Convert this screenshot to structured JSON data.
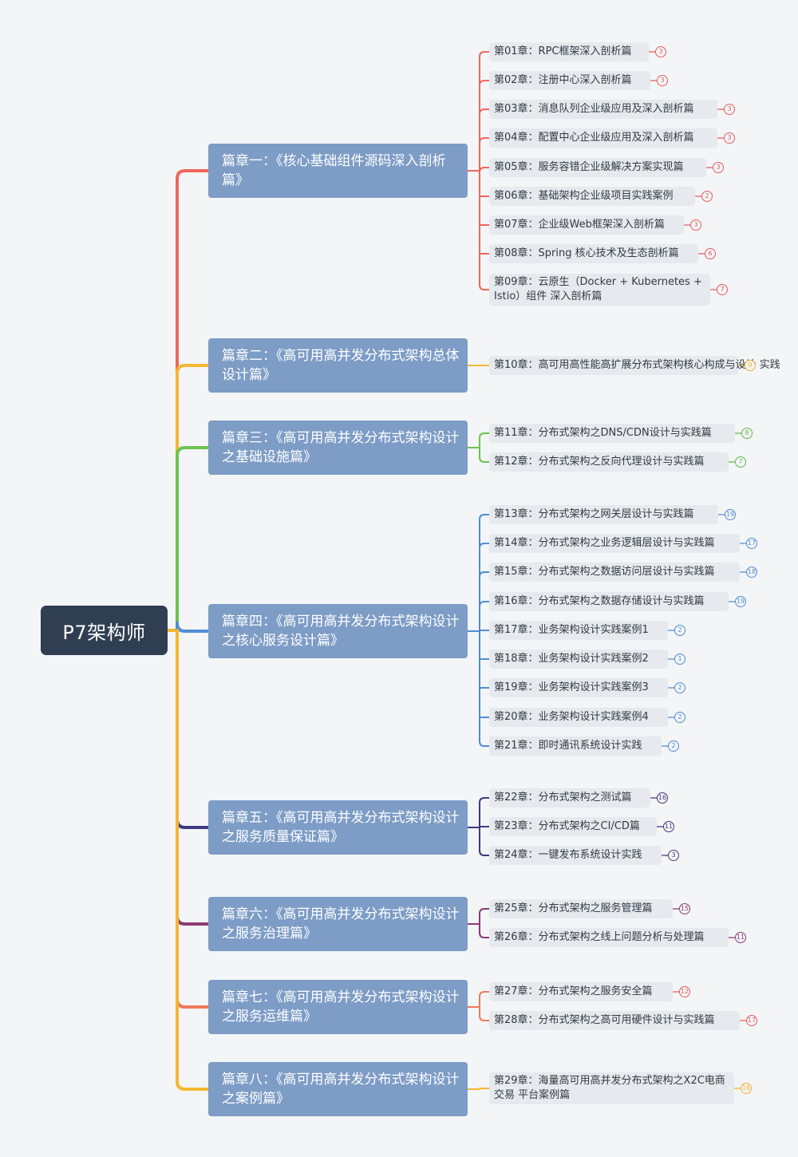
{
  "root": {
    "label": "P7架构师"
  },
  "parts": [
    {
      "label": "篇章一：《核心基础组件源码深入剖析篇》",
      "color": "#f0665a",
      "chapters": [
        {
          "label": "第01章：RPC框架深入剖析篇",
          "count": "3"
        },
        {
          "label": "第02章：注册中心深入剖析篇",
          "count": "3"
        },
        {
          "label": "第03章：消息队列企业级应用及深入剖析篇",
          "count": "3"
        },
        {
          "label": "第04章：配置中心企业级应用及深入剖析篇",
          "count": "3"
        },
        {
          "label": "第05章：服务容错企业级解决方案实现篇",
          "count": "3"
        },
        {
          "label": "第06章：基础架构企业级项目实践案例",
          "count": "2"
        },
        {
          "label": "第07章：企业级Web框架深入剖析篇",
          "count": "3"
        },
        {
          "label": "第08章：Spring 核心技术及生态剖析篇",
          "count": "6"
        },
        {
          "label": "第09章：云原生（Docker + Kubernetes + Istio）组件 深入剖析篇",
          "count": "7"
        }
      ]
    },
    {
      "label": "篇章二：《高可用高并发分布式架构总体设计篇》",
      "color": "#f5b731",
      "chapters": [
        {
          "label": "第10章：高可用高性能高扩展分布式架构核心构成与设计 实践",
          "count": "9"
        }
      ]
    },
    {
      "label": "篇章三：《高可用高并发分布式架构设计之基础设施篇》",
      "color": "#6cc34f",
      "chapters": [
        {
          "label": "第11章：分布式架构之DNS/CDN设计与实践篇",
          "count": "8"
        },
        {
          "label": "第12章：分布式架构之反向代理设计与实践篇",
          "count": "7"
        }
      ]
    },
    {
      "label": "篇章四：《高可用高并发分布式架构设计之核心服务设计篇》",
      "color": "#4f8ed3",
      "chapters": [
        {
          "label": "第13章：分布式架构之网关层设计与实践篇",
          "count": "19"
        },
        {
          "label": "第14章：分布式架构之业务逻辑层设计与实践篇",
          "count": "17"
        },
        {
          "label": "第15章：分布式架构之数据访问层设计与实践篇",
          "count": "18"
        },
        {
          "label": "第16章：分布式架构之数据存储设计与实践篇",
          "count": "19"
        },
        {
          "label": "第17章：业务架构设计实践案例1",
          "count": "2"
        },
        {
          "label": "第18章：业务架构设计实践案例2",
          "count": "1"
        },
        {
          "label": "第19章：业务架构设计实践案例3",
          "count": "2"
        },
        {
          "label": "第20章：业务架构设计实践案例4",
          "count": "2"
        },
        {
          "label": "第21章：即时通讯系统设计实践",
          "count": "2"
        }
      ]
    },
    {
      "label": "篇章五：《高可用高并发分布式架构设计之服务质量保证篇》",
      "color": "#3d3a7e",
      "chapters": [
        {
          "label": "第22章：分布式架构之测试篇",
          "count": "16"
        },
        {
          "label": "第23章：分布式架构之CI/CD篇",
          "count": "11"
        },
        {
          "label": "第24章：一键发布系统设计实践",
          "count": "3"
        }
      ]
    },
    {
      "label": "篇章六：《高可用高并发分布式架构设计之服务治理篇》",
      "color": "#8c3a74",
      "chapters": [
        {
          "label": "第25章：分布式架构之服务管理篇",
          "count": "15"
        },
        {
          "label": "第26章：分布式架构之线上问题分析与处理篇",
          "count": "11"
        }
      ]
    },
    {
      "label": "篇章七：《高可用高并发分布式架构设计之服务运维篇》",
      "color": "#f07a5a",
      "chapters": [
        {
          "label": "第27章：分布式架构之服务安全篇",
          "count": "12"
        },
        {
          "label": "第28章：分布式架构之高可用硬件设计与实践篇",
          "count": "17"
        }
      ]
    },
    {
      "label": "篇章八：《高可用高并发分布式架构设计之案例篇》",
      "color": "#f5b731",
      "chapters": [
        {
          "label": "第29章：海量高可用高并发分布式架构之X2C电商交易 平台案例篇",
          "count": "16"
        }
      ]
    }
  ]
}
